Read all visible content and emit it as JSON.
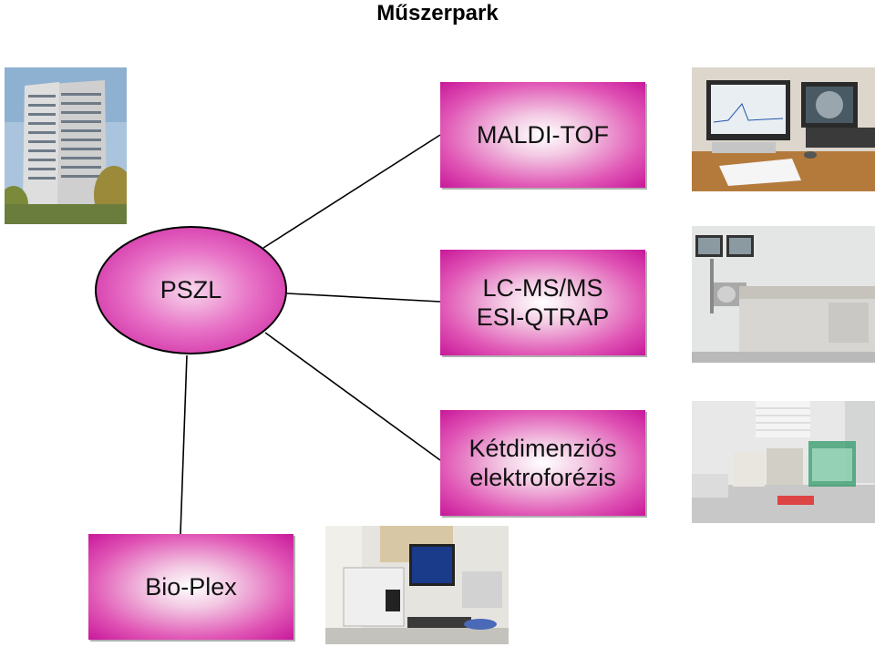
{
  "title": "Műszerpark",
  "hub": {
    "label": "PSZL"
  },
  "nodes": {
    "maldi": {
      "lines": [
        "MALDI-TOF"
      ]
    },
    "lcms": {
      "lines": [
        "LC-MS/MS",
        "ESI-QTRAP"
      ]
    },
    "electro": {
      "lines": [
        "Kétdimenziós",
        "elektroforézis"
      ]
    },
    "bioplex": {
      "lines": [
        "Bio-Plex"
      ]
    }
  },
  "colors": {
    "node_fill_center": "#f3c9e3",
    "node_fill_edge": "#c8189a",
    "connector": "#000000"
  },
  "photos": {
    "building": "building-photo",
    "maldi": "maldi-instrument-photo",
    "lcms": "lcms-instrument-photo",
    "electro": "electrophoresis-lab-photo",
    "bioplex": "bioplex-instrument-photo"
  }
}
